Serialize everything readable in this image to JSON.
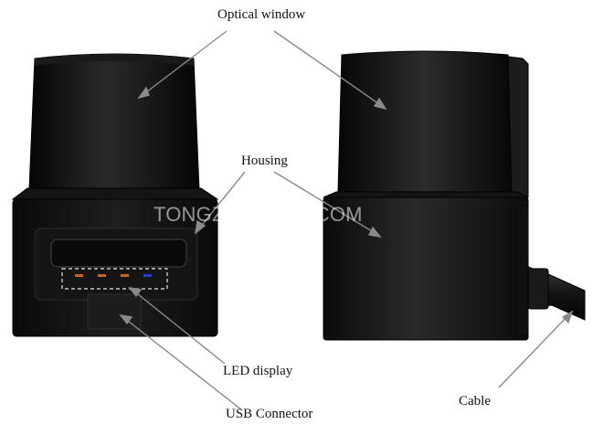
{
  "labels": {
    "optical_window": "Optical window",
    "housing": "Housing",
    "led_display": "LED display",
    "usb_connector": "USB Connector",
    "cable": "Cable"
  },
  "watermark": "TONGZHUTECH.COM",
  "colors": {
    "body_dark": "#0d0d0d",
    "body_mid": "#2a2a2a",
    "led_orange": "#c8641e",
    "led_blue": "#2a3cc8",
    "arrow": "#888888"
  }
}
